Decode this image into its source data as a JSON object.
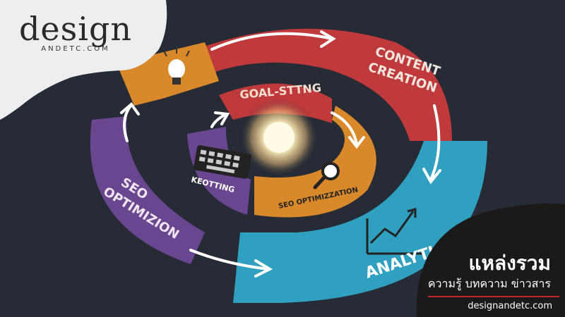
{
  "logo": {
    "word": "design",
    "sub": "ANDETC.COM"
  },
  "banner": {
    "title": "แหล่งรวม",
    "subtitle": "ความรู้ บทความ ข่าวสาร",
    "url": "designandetc.com"
  },
  "diagram": {
    "labels": {
      "content_line1": "CONTENT",
      "content_line2": "CREATION",
      "goal": "GOAL-STTNG",
      "seo_outer_line1": "SEO",
      "seo_outer_line2": "OPTIMIZION",
      "keyword": "KEOTTING",
      "seo_inner": "SEO OPTIMIZZATION",
      "analytics": "ANALYTICS"
    },
    "colors": {
      "background": "#262b36",
      "red": "#c0393b",
      "orange": "#d9892a",
      "blue": "#2fa0c0",
      "purple": "#6a4691",
      "glow": "#fff6c8"
    },
    "icons": [
      "lightbulb-icon",
      "magnifier-icon",
      "keyboard-icon",
      "line-chart-icon",
      "sun-glow-icon"
    ]
  }
}
